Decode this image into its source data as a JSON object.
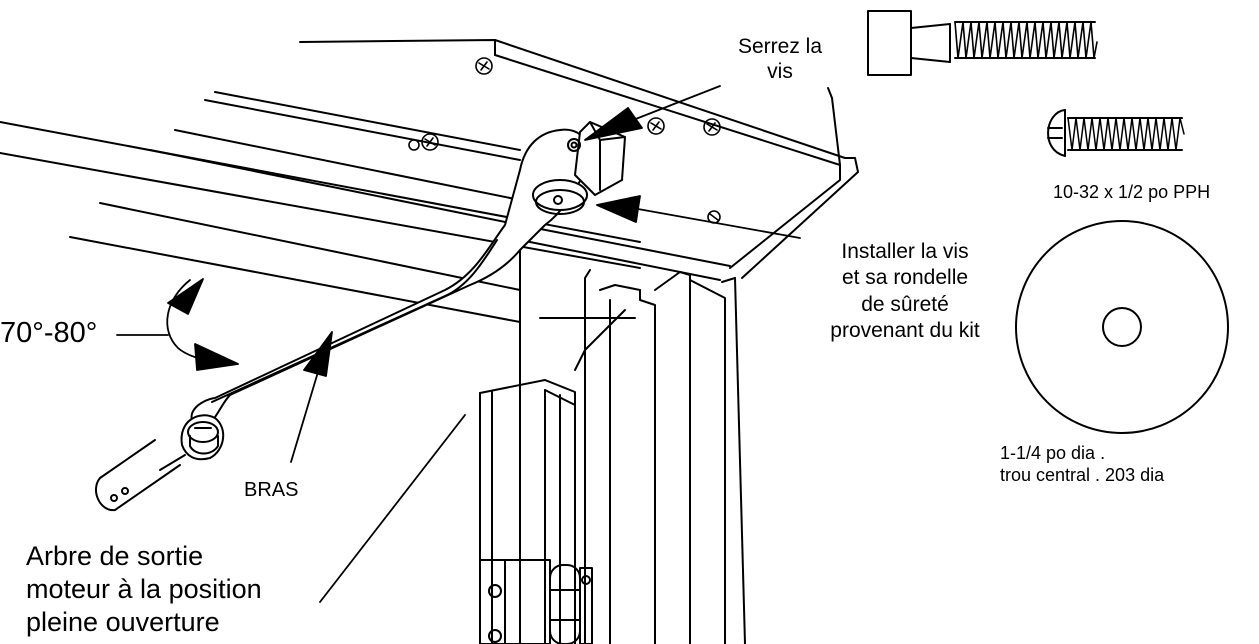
{
  "labels": {
    "tighten_screw": [
      "Serrez la",
      "vis"
    ],
    "install_screw": [
      "Installer la vis",
      "et sa rondelle",
      "de sûreté",
      "provenant du kit"
    ],
    "angle": "70°-80°",
    "arm": "BRAS",
    "shaft": [
      "Arbre de sortie",
      "moteur à la position",
      "pleine ouverture"
    ],
    "screw_spec": "10-32 x 1/2 po PPH",
    "washer_spec": [
      "1-1/4 po dia .",
      "trou central . 203 dia"
    ]
  },
  "colors": {
    "ink": "#000000",
    "paper": "#ffffff"
  }
}
